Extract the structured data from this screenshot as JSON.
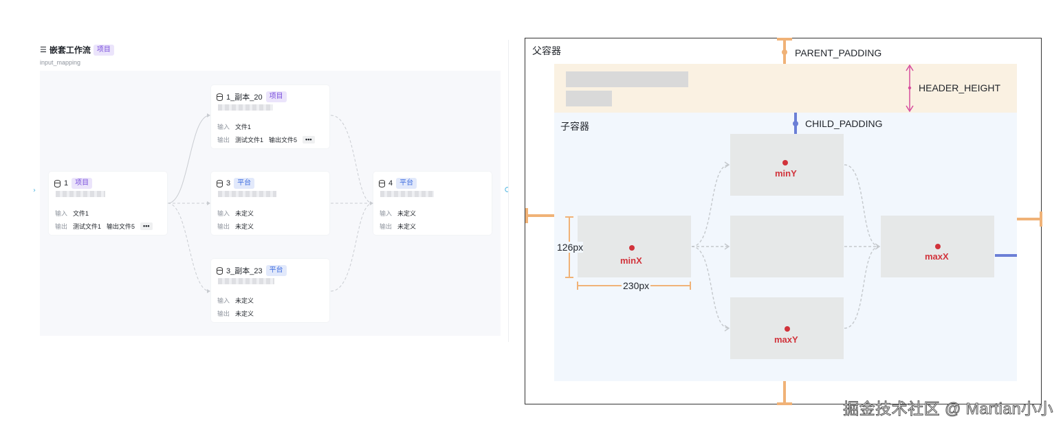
{
  "left": {
    "title": "嵌套工作流",
    "title_tag": "项目",
    "subtitle": "input_mapping",
    "nodes": [
      {
        "id": "n1",
        "name": "1",
        "tag": "项目",
        "tag_kind": "proj",
        "rows": [
          {
            "k": "输入",
            "v": [
              "文件1"
            ]
          },
          {
            "k": "输出",
            "v": [
              "测试文件1",
              "输出文件5"
            ],
            "more": "•••"
          }
        ]
      },
      {
        "id": "n1c",
        "name": "1_副本_20",
        "tag": "项目",
        "tag_kind": "proj",
        "rows": [
          {
            "k": "输入",
            "v": [
              "文件1"
            ]
          },
          {
            "k": "输出",
            "v": [
              "测试文件1",
              "输出文件5"
            ],
            "more": "•••"
          }
        ]
      },
      {
        "id": "n3",
        "name": "3",
        "tag": "平台",
        "tag_kind": "plat",
        "rows": [
          {
            "k": "输入",
            "v": [
              "未定义"
            ]
          },
          {
            "k": "输出",
            "v": [
              "未定义"
            ]
          }
        ]
      },
      {
        "id": "n3c",
        "name": "3_副本_23",
        "tag": "平台",
        "tag_kind": "plat",
        "rows": [
          {
            "k": "输入",
            "v": [
              "未定义"
            ]
          },
          {
            "k": "输出",
            "v": [
              "未定义"
            ]
          }
        ]
      },
      {
        "id": "n4",
        "name": "4",
        "tag": "平台",
        "tag_kind": "plat",
        "rows": [
          {
            "k": "输入",
            "v": [
              "未定义"
            ]
          },
          {
            "k": "输出",
            "v": [
              "未定义"
            ]
          }
        ]
      }
    ]
  },
  "right": {
    "parent_label": "父容器",
    "child_label": "子容器",
    "parent_padding": "PARENT_PADDING",
    "header_height": "HEADER_HEIGHT",
    "child_padding": "CHILD_PADDING",
    "min_x": "minX",
    "min_y": "minY",
    "max_x": "maxX",
    "max_y": "maxY",
    "height_dim": "126px",
    "width_dim": "230px"
  },
  "watermark": "掘金技术社区 @ Martian小小",
  "colors": {
    "orange": "#f0b277",
    "blue": "#6b7fd6",
    "pink": "#d64c9c",
    "red": "#d1333b",
    "header": "#faf1e2",
    "child": "#f2f7fd"
  }
}
